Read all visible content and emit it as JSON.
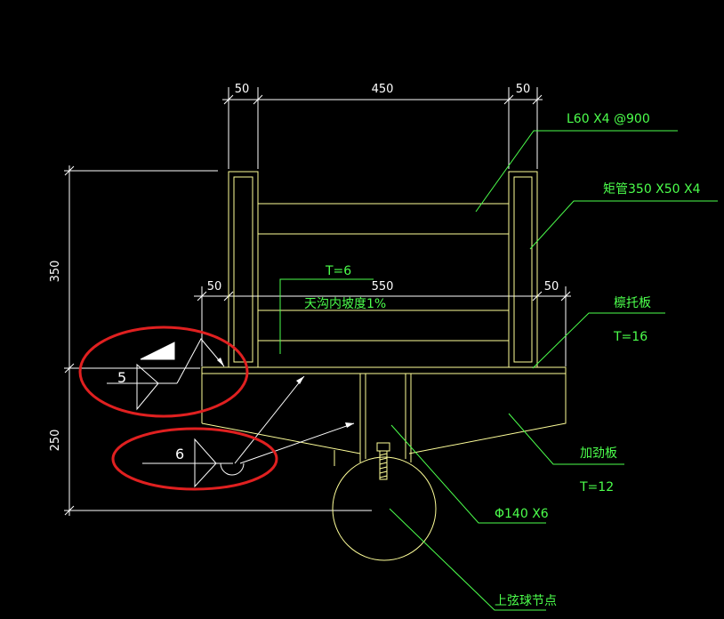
{
  "colors": {
    "background": "#000000",
    "dimension": "#ffffff",
    "structure": "#ffff99",
    "leader": "#4cff4c",
    "highlight": "#e02020"
  },
  "dimensions": {
    "top_left": "50",
    "top_middle": "450",
    "top_right": "50",
    "mid_left": "50",
    "mid_middle": "550",
    "mid_right": "50",
    "vertical_upper": "350",
    "vertical_lower": "250"
  },
  "labels": {
    "angle": "L60 X4 @900",
    "tube": "矩管350 X50 X4",
    "gutter_t": "T=6",
    "gutter_slope": "天沟内坡度1%",
    "bracket_plate": "檩托板",
    "bracket_t": "T=16",
    "stiffener": "加劲板",
    "stiffener_t": "T=12",
    "pipe": "Φ140 X6",
    "ball_node": "上弦球节点"
  },
  "welds": {
    "weld_upper": "5",
    "weld_lower": "6"
  }
}
